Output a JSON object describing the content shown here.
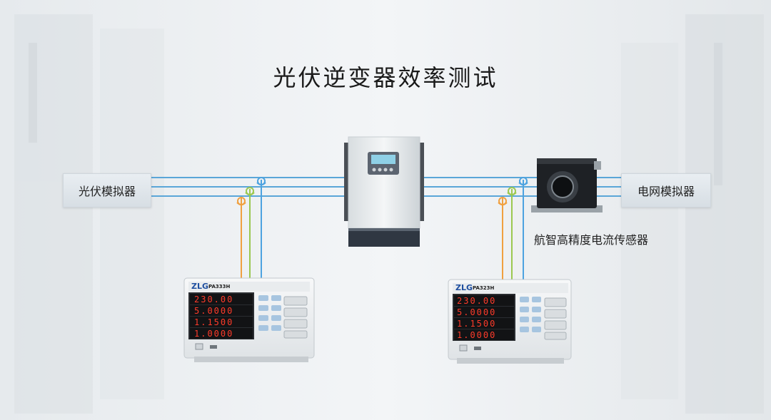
{
  "title": "光伏逆变器效率测试",
  "pv_simulator": {
    "label": "光伏模拟器"
  },
  "grid_simulator": {
    "label": "电网模拟器"
  },
  "sensor": {
    "label": "航智高精度电流传感器"
  },
  "meter_left": {
    "brand": "ZLG",
    "model": "PA333H",
    "readings": [
      "230.00",
      "5.0000",
      "1.1500",
      "1.0000"
    ]
  },
  "meter_right": {
    "brand": "ZLG",
    "model": "PA323H",
    "readings": [
      "230.00",
      "5.0000",
      "1.1500",
      "1.0000"
    ]
  },
  "colors": {
    "bus_line": "#5aa6d8",
    "probe_orange": "#f0a040",
    "probe_green": "#9bc850",
    "probe_blue": "#4da3e0",
    "display_digit": "#ff3b2a"
  }
}
